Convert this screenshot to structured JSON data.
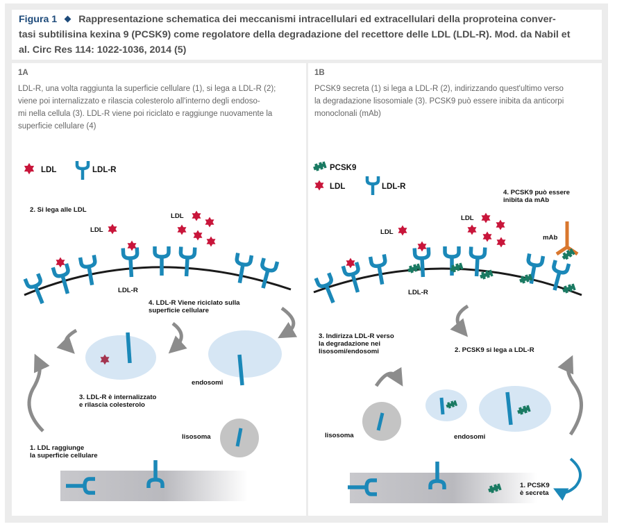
{
  "header": {
    "figure_label": "Figura 1",
    "lines": [
      "Rappresentazione schematica dei meccanismi intracellulari ed extracellulari della proproteina conver-",
      "tasi subtilisina kexina 9 (PCSK9) come regolatore della degradazione del recettore delle LDL (LDL-R). Mod. da Nabil et",
      "al. Circ Res 114: 1022-1036, 2014 (5)"
    ]
  },
  "panel_a": {
    "title": "1A",
    "desc_lines": [
      "LDL-R, una volta raggiunta la superficie cellulare (1), si lega a LDL-R (2);",
      "viene poi internalizzato e rilascia colesterolo all'interno degli endoso-",
      "mi nella cellula (3). LDL-R viene poi riciclato e raggiunge nuovamente la",
      "superficie cellulare (4)"
    ],
    "legend_ldl": "LDL",
    "legend_ldlr": "LDL-R",
    "step2": "2. Si lega alle LDL",
    "ldl_small_1": "LDL",
    "ldl_small_2": "LDL",
    "ldlr_label": "LDL-R",
    "step4_lines": [
      "4. LDL-R Viene riciclato sulla",
      "superficie cellulare"
    ],
    "step3_lines": [
      "3. LDL-R è internalizzato",
      "e rilascia colesterolo"
    ],
    "endosomi": "endosomi",
    "lisosoma": "lisosoma",
    "step1_lines": [
      "1. LDL raggiunge",
      "la superficie cellulare"
    ]
  },
  "panel_b": {
    "title": "1B",
    "desc_lines": [
      "PCSK9 secreta (1) si lega a LDL-R (2), indirizzando quest'ultimo verso",
      "la degradazione lisosomiale (3). PCSK9 può essere inibita da anticorpi",
      "monoclonali (mAb)"
    ],
    "legend_pcsk9": "PCSK9",
    "legend_ldl": "LDL",
    "legend_ldlr": "LDL-R",
    "step4_lines": [
      "4. PCSK9 può essere",
      "inibita da mAb"
    ],
    "ldl_small_1": "LDL",
    "ldl_small_2": "LDL",
    "mab": "mAb",
    "ldlr_label": "LDL-R",
    "step3_lines": [
      "3. Indirizza LDL-R verso",
      "la degradazione nei",
      "lisosomi/endosomi"
    ],
    "step2": "2. PCSK9 si lega a LDL-R",
    "lisosoma": "lisosoma",
    "endosomi": "endosomi",
    "step1_lines": [
      "1. PCSK9",
      "è secreta"
    ]
  },
  "colors": {
    "receptor": "#1b88b8",
    "ldl": "#c8153a",
    "pcsk9": "#1a7a62",
    "mab": "#d9772e",
    "membrane": "#1a1a1a",
    "endosome": "#d6e6f4",
    "lysosome": "#c4c4c4",
    "arrow": "#8c8c8c",
    "secretion_arrow": "#1b88b8",
    "figure_label": "#1d4a7a"
  }
}
